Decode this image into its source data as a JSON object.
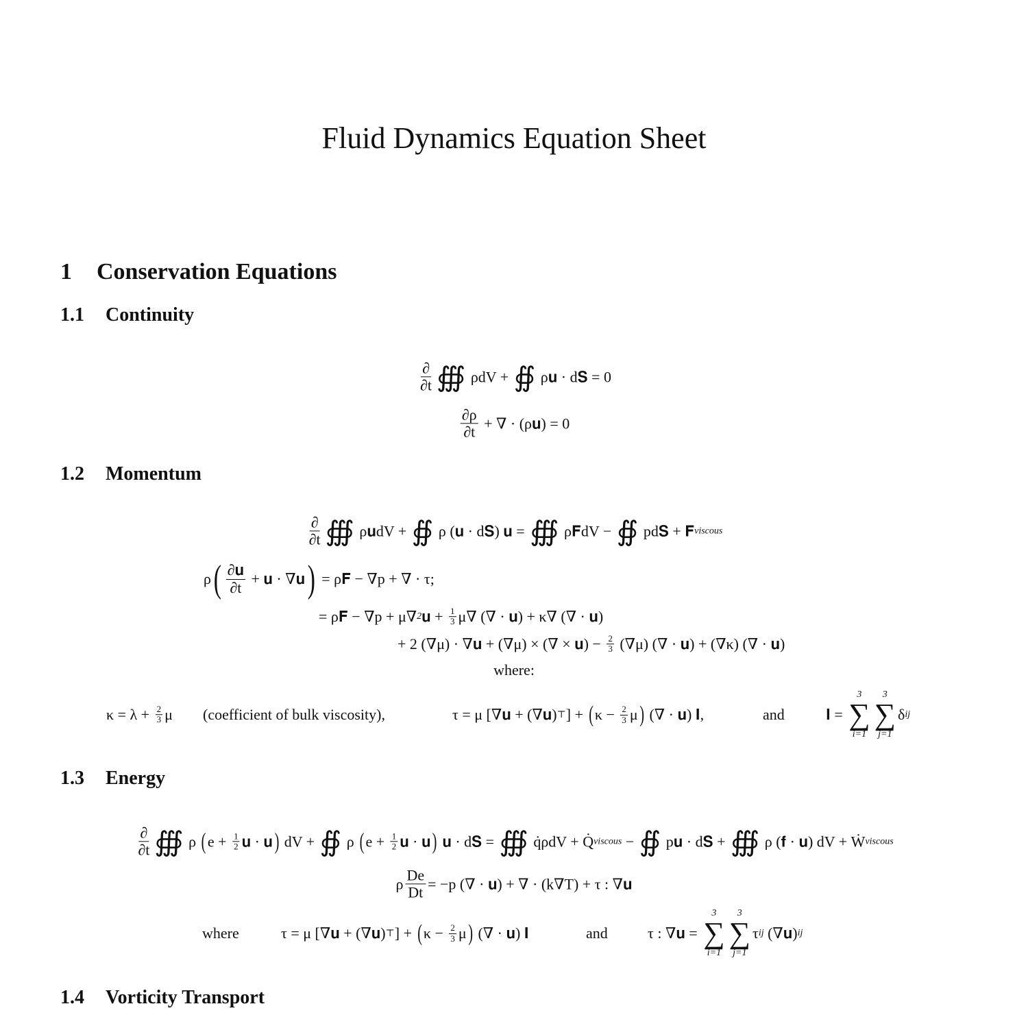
{
  "title": "Fluid Dynamics Equation Sheet",
  "section": {
    "number": "1",
    "title": "Conservation Equations"
  },
  "subsections": [
    {
      "number": "1.1",
      "title": "Continuity"
    },
    {
      "number": "1.2",
      "title": "Momentum"
    },
    {
      "number": "1.3",
      "title": "Energy"
    },
    {
      "number": "1.4",
      "title": "Vorticity Transport"
    }
  ],
  "equations": {
    "cont1": [
      {
        "f": [
          "∂",
          "∂t"
        ]
      },
      {
        "i": "∰"
      },
      " ρdV + ",
      {
        "i": "∯"
      },
      " ρ𝐮 · d𝐒 = 0"
    ],
    "cont2": [
      {
        "f": [
          "∂ρ",
          "∂t"
        ]
      },
      " + ∇ · (ρ𝐮) = 0"
    ],
    "mom1": [
      {
        "f": [
          "∂",
          "∂t"
        ]
      },
      {
        "i": "∰"
      },
      " ρ𝐮dV + ",
      {
        "i": "∯"
      },
      " ρ (𝐮 · d𝐒) 𝐮 = ",
      {
        "i": "∰"
      },
      " ρ𝐅dV − ",
      {
        "i": "∯"
      },
      " pd𝐒 + 𝐅",
      {
        "sub": "viscous"
      }
    ],
    "mom2": [
      "ρ",
      {
        "b": "("
      },
      {
        "f": [
          "∂𝐮",
          "∂t"
        ]
      },
      " + 𝐮 · ∇𝐮",
      {
        "b": ")"
      },
      " = ρ𝐅 − ∇p + ∇ · τ;"
    ],
    "mom3": [
      "= ρ𝐅 − ∇p + μ∇",
      {
        "sup": "2"
      },
      "𝐮 + ",
      {
        "sf": [
          "1",
          "3"
        ]
      },
      "μ∇ (∇ · 𝐮) + κ∇ (∇ · 𝐮)"
    ],
    "mom4": [
      "+ 2 (∇μ) · ∇𝐮 + (∇μ) × (∇ × 𝐮) − ",
      {
        "sf": [
          "2",
          "3"
        ]
      },
      " (∇μ) (∇ · 𝐮) + (∇κ) (∇ · 𝐮)"
    ],
    "where_label": "where:",
    "def_kappa": [
      "κ = λ + ",
      {
        "sf": [
          "2",
          "3"
        ]
      },
      "μ"
    ],
    "def_kappa_note": "(coefficient of bulk viscosity),",
    "def_tau": [
      "τ = μ [∇𝐮 + (∇𝐮)",
      {
        "sup": "⊤"
      },
      "] + ",
      {
        "m": "("
      },
      "κ − ",
      {
        "sf": [
          "2",
          "3"
        ]
      },
      "μ",
      {
        "m": ")"
      },
      " (∇ · 𝐮) 𝐈,"
    ],
    "and_label": "and",
    "def_I": [
      "𝐈 = ",
      {
        "sum": [
          "3",
          "i=1"
        ]
      },
      {
        "sum": [
          "3",
          "j=1"
        ]
      },
      "δ",
      {
        "sub": "ij"
      }
    ],
    "en1": [
      {
        "f": [
          "∂",
          "∂t"
        ]
      },
      {
        "i": "∰"
      },
      " ρ ",
      {
        "m": "("
      },
      "e + ",
      {
        "sf": [
          "1",
          "2"
        ]
      },
      "𝐮 · 𝐮",
      {
        "m": ")"
      },
      " dV + ",
      {
        "i": "∯"
      },
      " ρ ",
      {
        "m": "("
      },
      "e + ",
      {
        "sf": [
          "1",
          "2"
        ]
      },
      "𝐮 · 𝐮",
      {
        "m": ")"
      },
      " 𝐮 · d𝐒 = ",
      {
        "i": "∰"
      },
      " q̇ρdV + Q̇",
      {
        "sub": "viscous"
      },
      " − ",
      {
        "i": "∯"
      },
      " p𝐮 · d𝐒 + ",
      {
        "i": "∰"
      },
      " ρ (𝐟 · 𝐮) dV + Ẇ",
      {
        "sub": "viscous"
      }
    ],
    "en2": [
      "ρ",
      {
        "f": [
          "De",
          "Dt"
        ]
      },
      "= −p (∇ · 𝐮) + ∇ · (k∇T) + τ : ∇𝐮"
    ],
    "en_where": "where",
    "en_tau": [
      "τ = μ [∇𝐮 + (∇𝐮)",
      {
        "sup": "⊤"
      },
      "] + ",
      {
        "m": "("
      },
      "κ − ",
      {
        "sf": [
          "2",
          "3"
        ]
      },
      "μ",
      {
        "m": ")"
      },
      " (∇ · 𝐮) 𝐈"
    ],
    "en_and": "and",
    "en_double_dot": [
      "τ : ∇𝐮 = ",
      {
        "sum": [
          "3",
          "i=1"
        ]
      },
      {
        "sum": [
          "3",
          "j=1"
        ]
      },
      "τ",
      {
        "sub": "ij"
      },
      " (∇𝐮)",
      {
        "sub": "ij"
      }
    ]
  }
}
